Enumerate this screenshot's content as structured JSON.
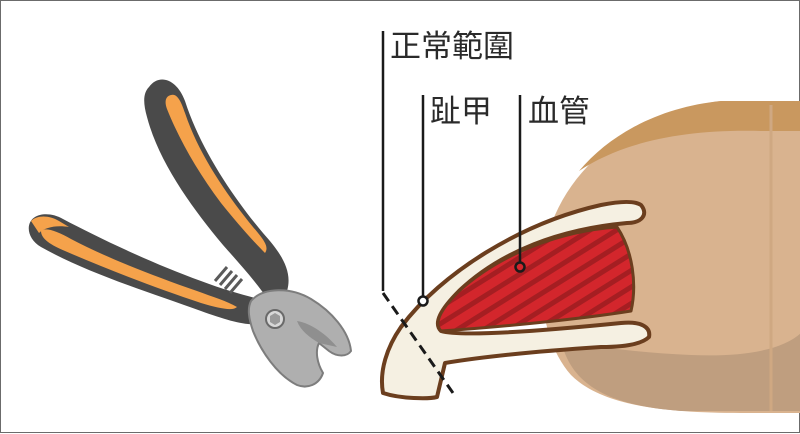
{
  "labels": {
    "normal_range": "正常範圍",
    "nail": "趾甲",
    "blood_vessel": "血管"
  },
  "colors": {
    "handle_orange": "#F5A24B",
    "handle_dark": "#4A4A4A",
    "blade_gray": "#AFAFAF",
    "toe_skin": "#D9B38F",
    "toe_shadow": "#BF9E7F",
    "toe_top": "#C9985F",
    "nail_fill": "#F5F0E2",
    "nail_outline": "#6B3E1E",
    "vessel_red": "#D3262C",
    "vessel_stripe": "#A51E22",
    "line_color": "#1A1A1A"
  },
  "icons": {
    "tool": "nail-clipper-icon",
    "toe": "toe-icon"
  }
}
